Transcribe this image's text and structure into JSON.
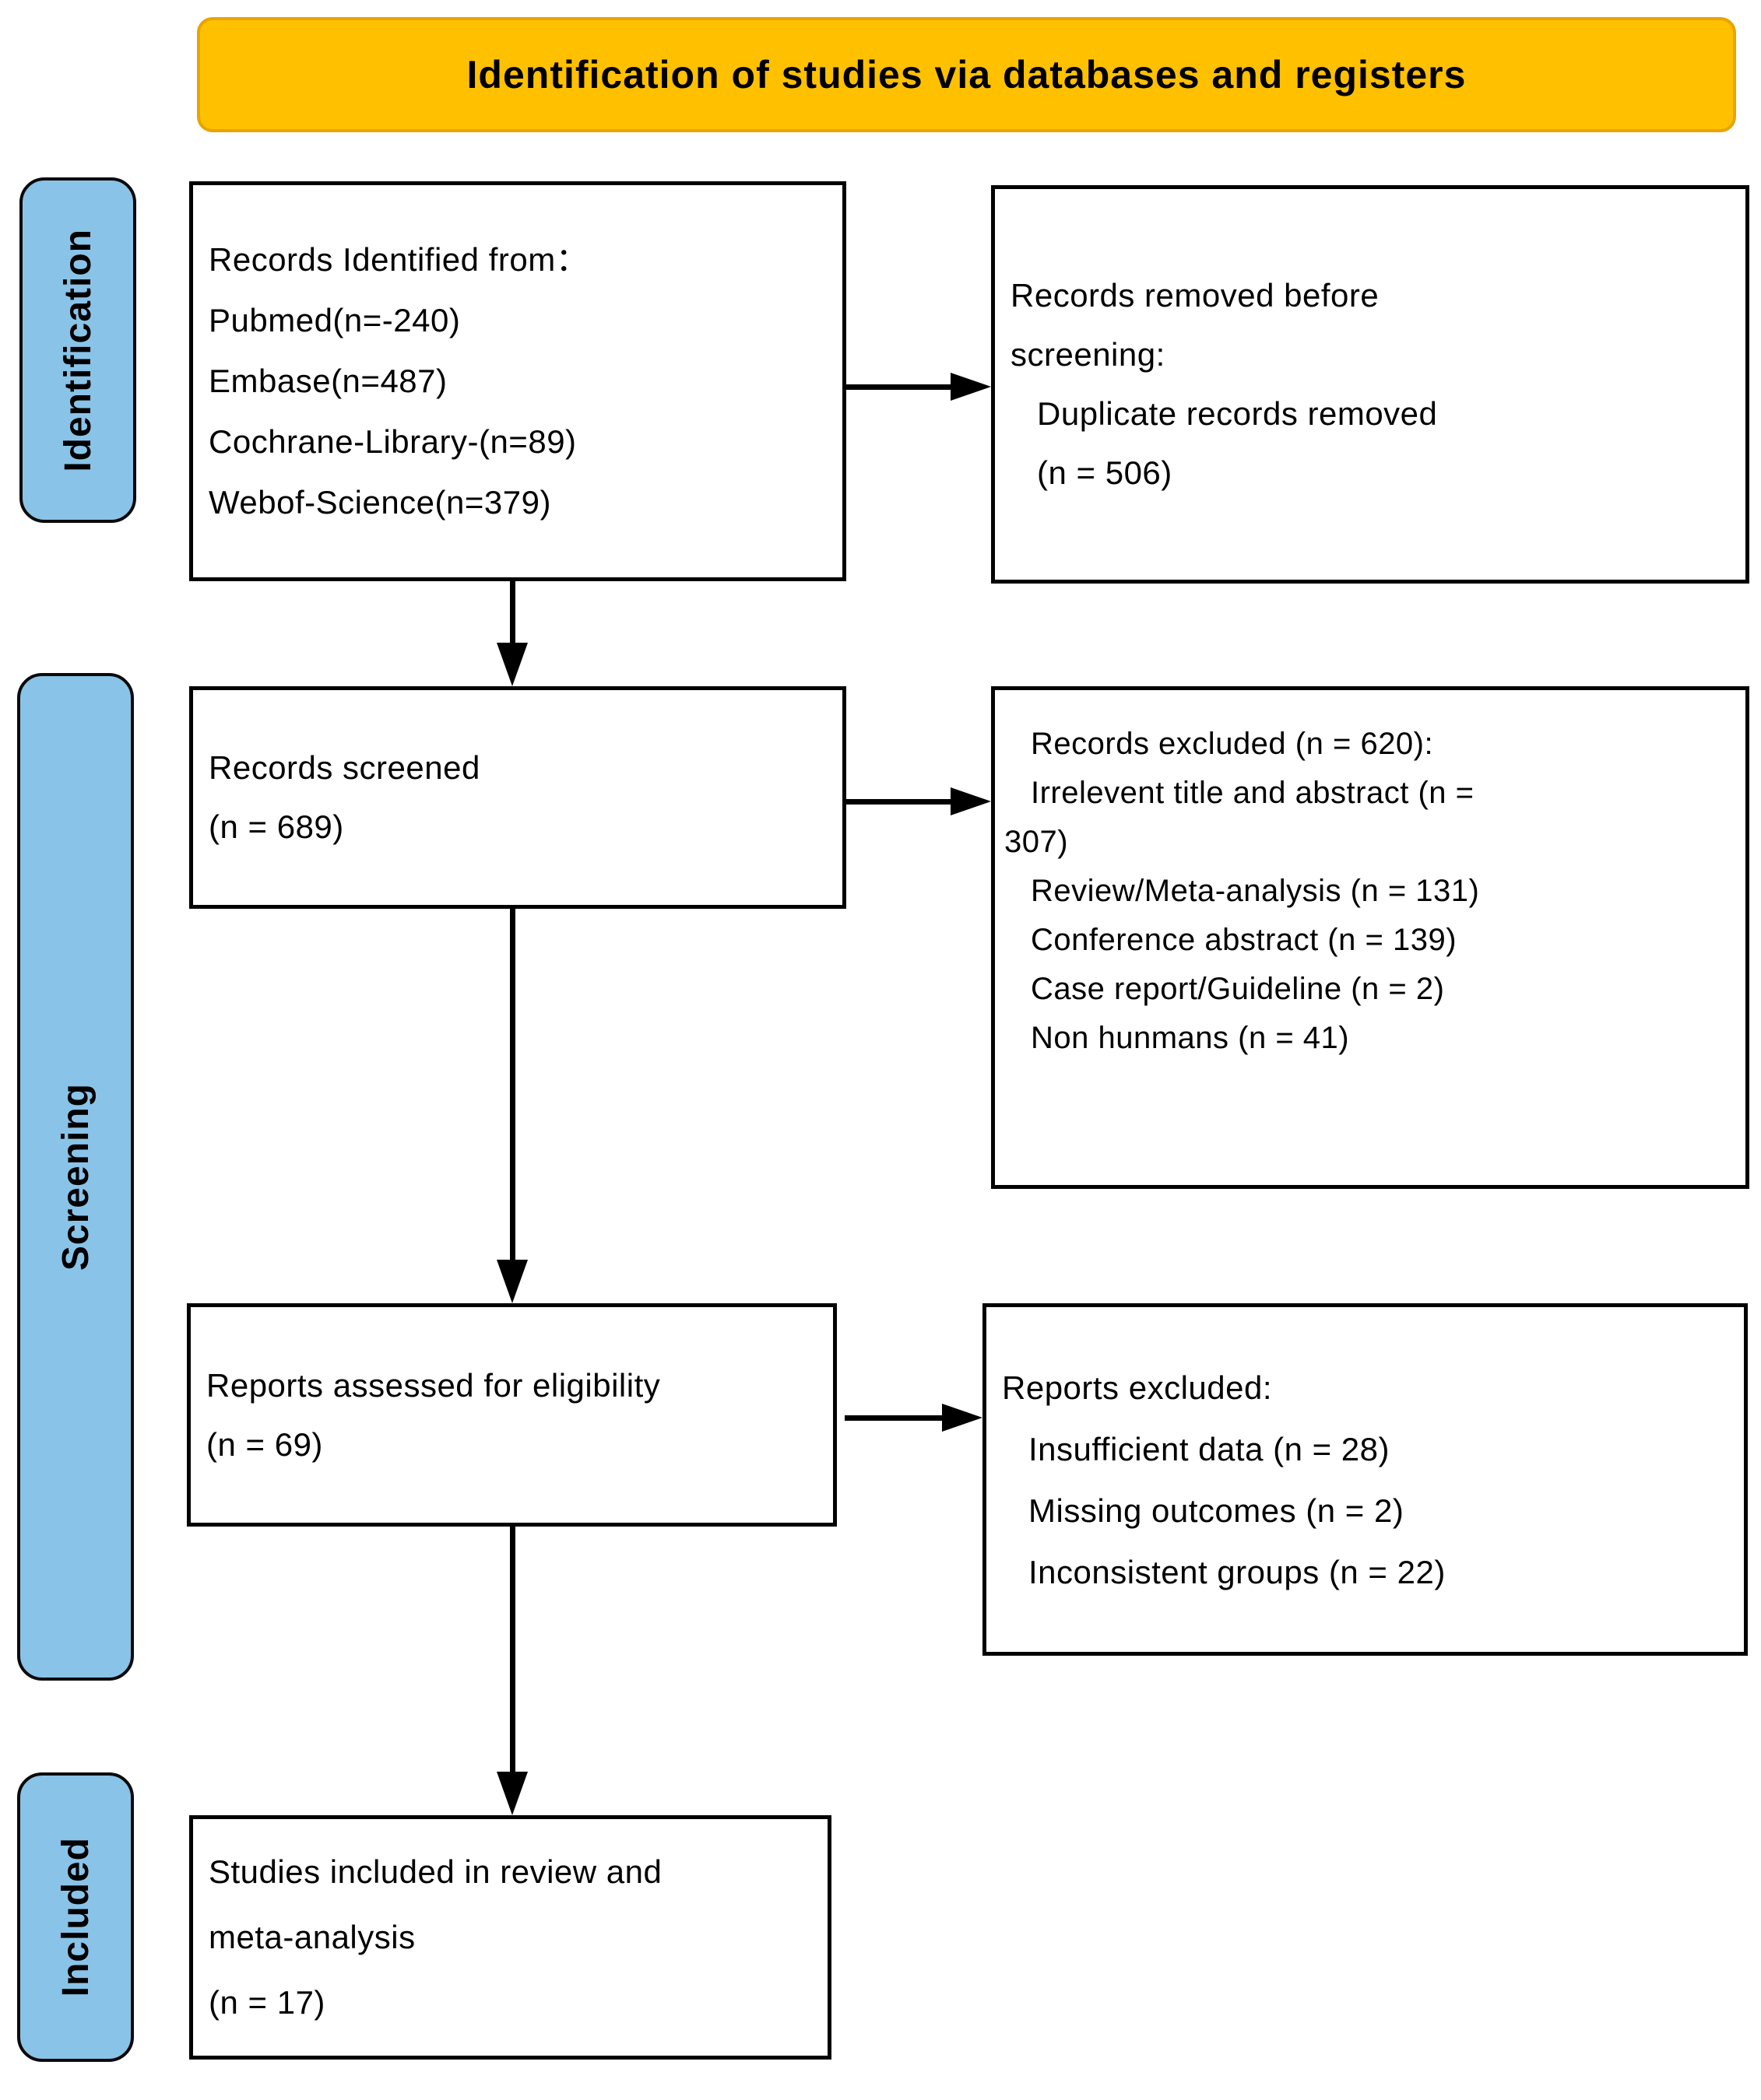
{
  "banner": {
    "title": "Identification of studies via databases and registers"
  },
  "rail": {
    "identification": "Identification",
    "screening": "Screening",
    "included": "Included"
  },
  "boxes": {
    "records_identified": {
      "lines": [
        "Records Identified from：",
        "Pubmed(n=-240)",
        "Embase(n=487)",
        "Cochrane-Library-(n=89)",
        "Webof-Science(n=379)"
      ]
    },
    "records_removed": {
      "lines": [
        "Records removed before",
        "screening:",
        "Duplicate records removed",
        "(n = 506)"
      ]
    },
    "records_screened": {
      "lines": [
        "Records screened",
        "(n = 689)"
      ]
    },
    "records_excluded": {
      "lines": [
        "Records excluded (n = 620):",
        "Irrelevent title and abstract (n =",
        "307)",
        "Review/Meta-analysis (n = 131)",
        "Conference abstract (n = 139)",
        "Case report/Guideline (n = 2)",
        "Non hunmans (n = 41)"
      ]
    },
    "reports_assessed": {
      "lines": [
        "Reports assessed for eligibility",
        "(n = 69)"
      ]
    },
    "reports_excluded": {
      "lines": [
        "Reports excluded:",
        "Insufficient data (n = 28)",
        "Missing outcomes (n = 2)",
        "Inconsistent groups (n = 22)"
      ]
    },
    "studies_included": {
      "lines": [
        "Studies included in review and",
        "meta-analysis",
        "(n = 17)"
      ]
    }
  },
  "colors": {
    "banner_fill": "#FFC000",
    "banner_border": "#E8A400",
    "rail_fill": "#8AC3E8",
    "box_fill": "#FFFFFF",
    "line_and_text": "#000000"
  }
}
